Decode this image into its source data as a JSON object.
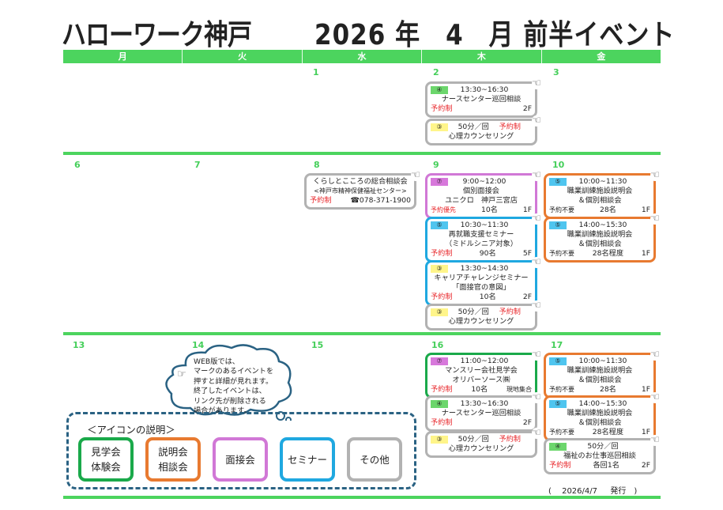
{
  "header": {
    "title_left": "ハローワーク神戸",
    "title_right": "2026 年　4　月 前半イベント",
    "year": "2026",
    "month": "4"
  },
  "weekdays": [
    "月",
    "火",
    "水",
    "木",
    "金"
  ],
  "weeks": [
    {
      "days": [
        "",
        "",
        "1",
        "2",
        "3"
      ]
    },
    {
      "days": [
        "6",
        "7",
        "8",
        "9",
        "10"
      ]
    },
    {
      "days": [
        "13",
        "14",
        "15",
        "16",
        "17"
      ]
    }
  ],
  "events": {
    "d2_1": {
      "badge": "④",
      "time": "13:30~16:30",
      "name": "ナースセンター巡回相談",
      "reserve": "予約制",
      "floor": "2F"
    },
    "d2_2": {
      "badge": "③",
      "time": "50分／回",
      "reserve": "予約制",
      "name": "心理カウンセリング"
    },
    "d8_1": {
      "name": "くらしとこころの総合相談会",
      "sub": "<神戸市精神保健福祉センター>",
      "reserve": "予約制",
      "phone": "☎078-371-1900"
    },
    "d9_1": {
      "badge": "⑦",
      "time": "9:00~12:00",
      "name": "個別面接会",
      "sub": "ユニクロ　神戸三宮店",
      "reserve": "予約優先",
      "capacity": "10名",
      "floor": "1F"
    },
    "d9_2": {
      "badge": "⑤",
      "time": "10:30~11:30",
      "name": "再就職支援セミナー",
      "sub": "（ミドルシニア対象）",
      "reserve": "予約制",
      "capacity": "90名",
      "floor": "5F"
    },
    "d9_3": {
      "badge": "③",
      "time": "13:30~14:30",
      "name": "キャリアチャレンジセミナー",
      "sub": "「面接官の意図」",
      "reserve": "予約制",
      "capacity": "10名",
      "floor": "2F"
    },
    "d9_4": {
      "badge": "③",
      "time": "50分／回",
      "reserve": "予約制",
      "name": "心理カウンセリング"
    },
    "d10_1": {
      "badge": "⑤",
      "time": "10:00~11:30",
      "name": "職業訓練施設説明会",
      "sub": "＆個別相談会",
      "reserve": "予約不要",
      "capacity": "28名",
      "floor": "1F"
    },
    "d10_2": {
      "badge": "⑤",
      "time": "14:00~15:30",
      "name": "職業訓練施設説明会",
      "sub": "＆個別相談会",
      "reserve": "予約不要",
      "capacity": "28名程度",
      "floor": "1F"
    },
    "d16_1": {
      "badge": "⑦",
      "time": "11:00~12:00",
      "name": "マンスリー会社見学会",
      "sub": "オリバーソース㈱",
      "reserve": "予約制",
      "capacity": "10名",
      "floor": "現地集合"
    },
    "d16_2": {
      "badge": "④",
      "time": "13:30~16:30",
      "name": "ナースセンター巡回相談",
      "reserve": "予約制",
      "floor": "2F"
    },
    "d16_3": {
      "badge": "③",
      "time": "50分／回",
      "reserve": "予約制",
      "name": "心理カウンセリング"
    },
    "d17_1": {
      "badge": "⑤",
      "time": "10:00~11:30",
      "name": "職業訓練施設説明会",
      "sub": "＆個別相談会",
      "reserve": "予約不要",
      "capacity": "28名",
      "floor": "1F"
    },
    "d17_2": {
      "badge": "⑤",
      "time": "14:00~15:30",
      "name": "職業訓練施設説明会",
      "sub": "＆個別相談会",
      "reserve": "予約不要",
      "capacity": "28名程度",
      "floor": "1F"
    },
    "d17_3": {
      "badge": "④",
      "time": "50分／回",
      "name": "福祉のお仕事巡回相談",
      "reserve": "予約制",
      "capacity": "各回1名",
      "floor": "2F"
    }
  },
  "note": {
    "lines": [
      "WEB版では、",
      "マークのあるイベントを",
      "押すと詳細が見れます。",
      "終了したイベントは、",
      "リンク先が削除される",
      "場合があります。"
    ]
  },
  "legend": {
    "title": "＜アイコンの説明＞",
    "items": [
      {
        "label": "見学会\n体験会",
        "color": "#1aa94a"
      },
      {
        "label": "説明会\n相談会",
        "color": "#e87a30"
      },
      {
        "label": "面接会",
        "color": "#d178d6"
      },
      {
        "label": "セミナー",
        "color": "#1fa8e0"
      },
      {
        "label": "その他",
        "color": "#b2b2b2"
      }
    ]
  },
  "footer": {
    "issued": "(　 2026/4/7　  発行　)"
  },
  "colors": {
    "header_green": "#4cd45e",
    "reserve_red": "#e8262a"
  }
}
